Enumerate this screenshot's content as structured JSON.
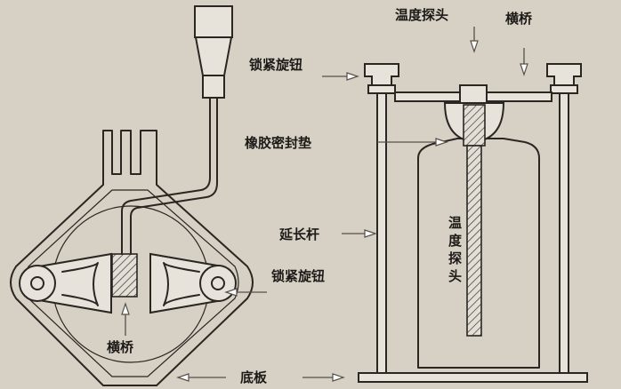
{
  "labels": {
    "lock_knob_top": "锁紧旋钮",
    "rubber_gasket": "橡胶密封垫",
    "temp_probe_top": "温度探头",
    "crossbar_right": "横桥",
    "extension_rod": "延长杆",
    "lock_knob_left": "锁紧旋钮",
    "crossbar_left": "横桥",
    "base_plate": "底板",
    "probe_vertical": [
      "温",
      "度",
      "探",
      "头"
    ]
  }
}
